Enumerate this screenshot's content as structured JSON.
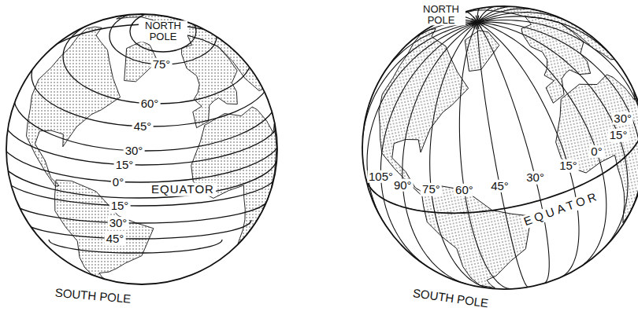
{
  "diagram": {
    "labels": [
      "NORTH POLE",
      "75°",
      "60°",
      "45°",
      "30°",
      "15°",
      "0°",
      "EQUATOR",
      "15°",
      "30°",
      "45°",
      "SOUTH POLE",
      "NORTH POLE",
      "105°",
      "90°",
      "75°",
      "60°",
      "45°",
      "30°",
      "15°",
      "0°",
      "15°",
      "30°",
      "EQUATOR",
      "SOUTH POLE"
    ]
  }
}
